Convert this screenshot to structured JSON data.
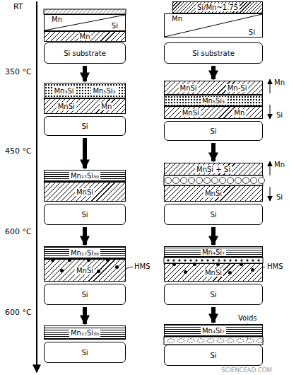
{
  "diagram": {
    "nodes": [
      {
        "text": [
          "Mn",
          "Si"
        ]
      },
      {
        "text": [
          "Mn"
        ]
      },
      {
        "text": [
          "Si substrate"
        ]
      },
      {
        "text": [
          "Si/Mn~1.75"
        ]
      },
      {
        "text": [
          "Mn",
          "Si"
        ]
      },
      {
        "text": [
          "Si substrate"
        ]
      },
      {
        "text": [
          "Mn₃Si",
          "Mn₅Si₃"
        ]
      },
      {
        "text": [
          "MnSi",
          "Mn"
        ]
      },
      {
        "text": [
          "Si"
        ]
      },
      {
        "text": [
          "MnSi",
          "Mn-Si"
        ]
      },
      {
        "text": [
          "Mn₅Si₃"
        ]
      },
      {
        "text": [
          "MnSi",
          "Mn"
        ]
      },
      {
        "text": [
          "Si"
        ]
      },
      {
        "text": [
          "Mn₁₇Si₃₀"
        ]
      },
      {
        "text": [
          "MnSi"
        ]
      },
      {
        "text": [
          "Si"
        ]
      },
      {
        "text": [
          "MnSi + Si"
        ]
      },
      {
        "text": [
          "MnSi"
        ]
      },
      {
        "text": [
          "Si"
        ]
      },
      {
        "text": [
          "Mn₁₇Si₃₀"
        ]
      },
      {
        "text": [
          "MnSi"
        ]
      },
      {
        "text": [
          "Si"
        ]
      },
      {
        "text": [
          "Mn₄Si₇"
        ]
      },
      {
        "text": [
          "MnSi"
        ]
      },
      {
        "text": [
          "Si"
        ]
      },
      {
        "text": [
          "Mn₁₇Si₃₀"
        ]
      },
      {
        "text": [
          "Si"
        ]
      },
      {
        "text": [
          "Mn₄Si₇"
        ]
      },
      {
        "text": [
          "Si"
        ]
      }
    ],
    "edges": [
      {
        "from": 2,
        "to": 6,
        "arrow": "to"
      },
      {
        "from": 5,
        "to": 9,
        "arrow": "to"
      },
      {
        "from": 8,
        "to": 13,
        "arrow": "to"
      },
      {
        "from": 12,
        "to": 16,
        "arrow": "to"
      },
      {
        "from": 15,
        "to": 19,
        "arrow": "to"
      },
      {
        "from": 18,
        "to": 22,
        "arrow": "to"
      },
      {
        "from": 21,
        "to": 25,
        "arrow": "to"
      },
      {
        "from": 24,
        "to": 27,
        "arrow": "to"
      }
    ],
    "labels": [
      "RT",
      "350 °C",
      "450 °C",
      "600 °C",
      "600 °C",
      "Mn",
      "Si",
      "Mn",
      "Si",
      "HMS",
      "HMS",
      "Voids",
      "SCIENCEAD.COM"
    ]
  }
}
